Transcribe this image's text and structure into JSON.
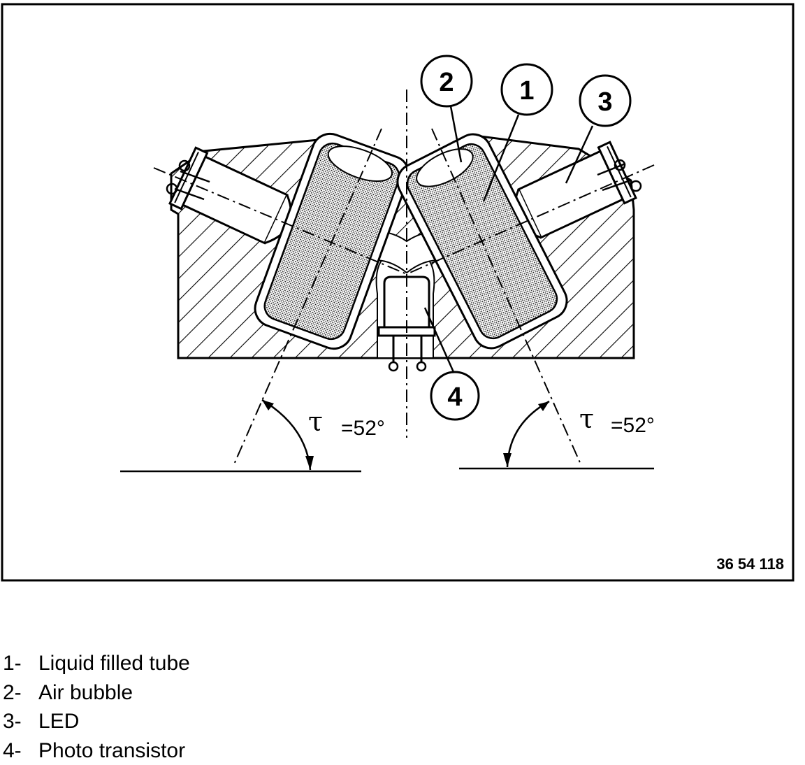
{
  "diagram": {
    "callouts": [
      {
        "id": "1",
        "label": "1"
      },
      {
        "id": "2",
        "label": "2"
      },
      {
        "id": "3",
        "label": "3"
      },
      {
        "id": "4",
        "label": "4"
      }
    ],
    "angle_left": {
      "symbol": "τ",
      "value": "=52°"
    },
    "angle_right": {
      "symbol": "τ",
      "value": "=52°"
    },
    "figure_number": "36 54 118"
  },
  "legend": [
    {
      "num": "1-",
      "text": "Liquid filled tube"
    },
    {
      "num": "2-",
      "text": "Air bubble"
    },
    {
      "num": "3-",
      "text": "LED"
    },
    {
      "num": "4-",
      "text": "Photo transistor"
    }
  ]
}
